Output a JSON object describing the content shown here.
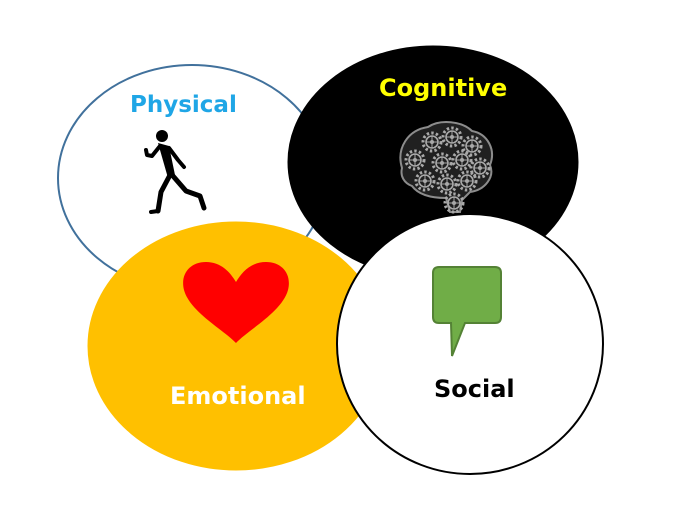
{
  "diagram": {
    "circles": {
      "physical": {
        "label": "Physical",
        "label_color": "#1fa6e6",
        "fill": "#ffffff",
        "stroke": "#41719c"
      },
      "cognitive": {
        "label": "Cognitive",
        "label_color": "#ffff00",
        "fill": "#000000",
        "stroke": "#000000"
      },
      "emotional": {
        "label": "Emotional",
        "label_color": "#ffffff",
        "fill": "#ffc000",
        "stroke": "#ffc000"
      },
      "social": {
        "label": "Social",
        "label_color": "#000000",
        "fill": "#ffffff",
        "stroke": "#000000"
      }
    },
    "icons": {
      "physical": "runner-icon",
      "cognitive": "gear-brain-icon",
      "emotional": "heart-icon",
      "social": "speech-bubble-icon"
    },
    "icon_colors": {
      "runner": "#000000",
      "brain": "#a6a6a6",
      "heart": "#ff0000",
      "speech_bubble": "#70ad47",
      "speech_bubble_border": "#548235"
    }
  }
}
